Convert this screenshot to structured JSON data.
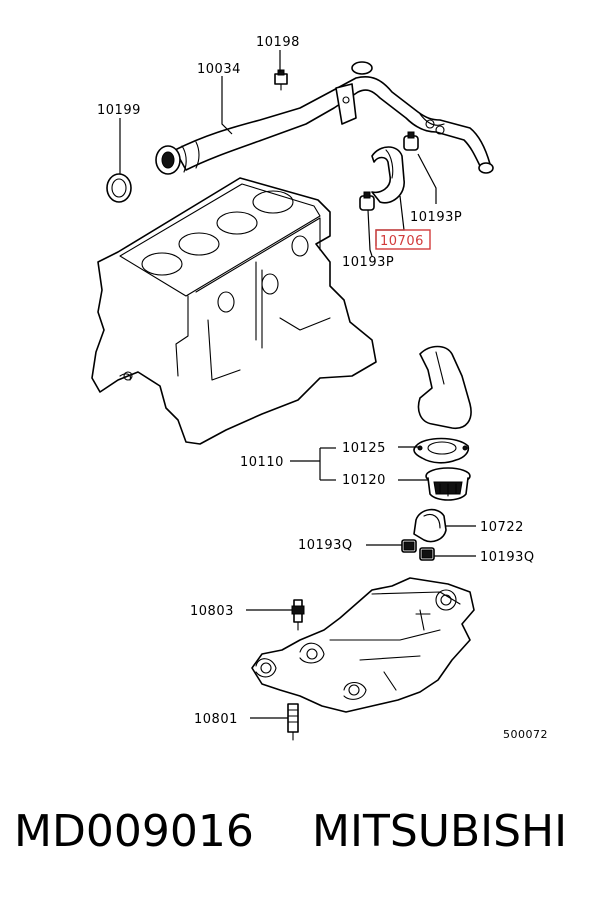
{
  "diagram": {
    "labels": {
      "p10198": "10198",
      "p10034": "10034",
      "p10199": "10199",
      "p10193p_a": "10193P",
      "p10706": "10706",
      "p10193p_b": "10193P",
      "p10110": "10110",
      "p10125": "10125",
      "p10120": "10120",
      "p10722": "10722",
      "p10193q_a": "10193Q",
      "p10193q_b": "10193Q",
      "p10803": "10803",
      "p10801": "10801"
    },
    "figure_code": "500072",
    "highlight_color": "#d23b3b"
  },
  "footer": {
    "part_number": "MD009016",
    "brand": "MITSUBISHI"
  }
}
